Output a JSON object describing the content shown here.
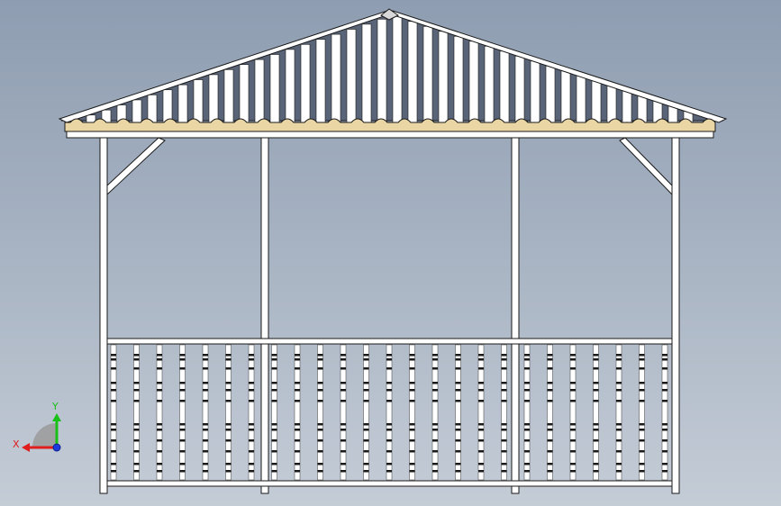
{
  "viewport": {
    "background_top": "#8e9db1",
    "background_bottom": "#c4ccd6"
  },
  "structure": {
    "roof_sheet_color": "#5a6478",
    "roof_rib_color": "#ffffff",
    "purlin_color": "#e9d6a4",
    "frame_color": "#ffffff",
    "edge_color": "#1a1a1a",
    "baluster_count": 25
  },
  "triad": {
    "x_label": "X",
    "y_label": "Y",
    "x_color": "#e01e1e",
    "y_color": "#18c018",
    "z_color": "#1a3ae0"
  }
}
